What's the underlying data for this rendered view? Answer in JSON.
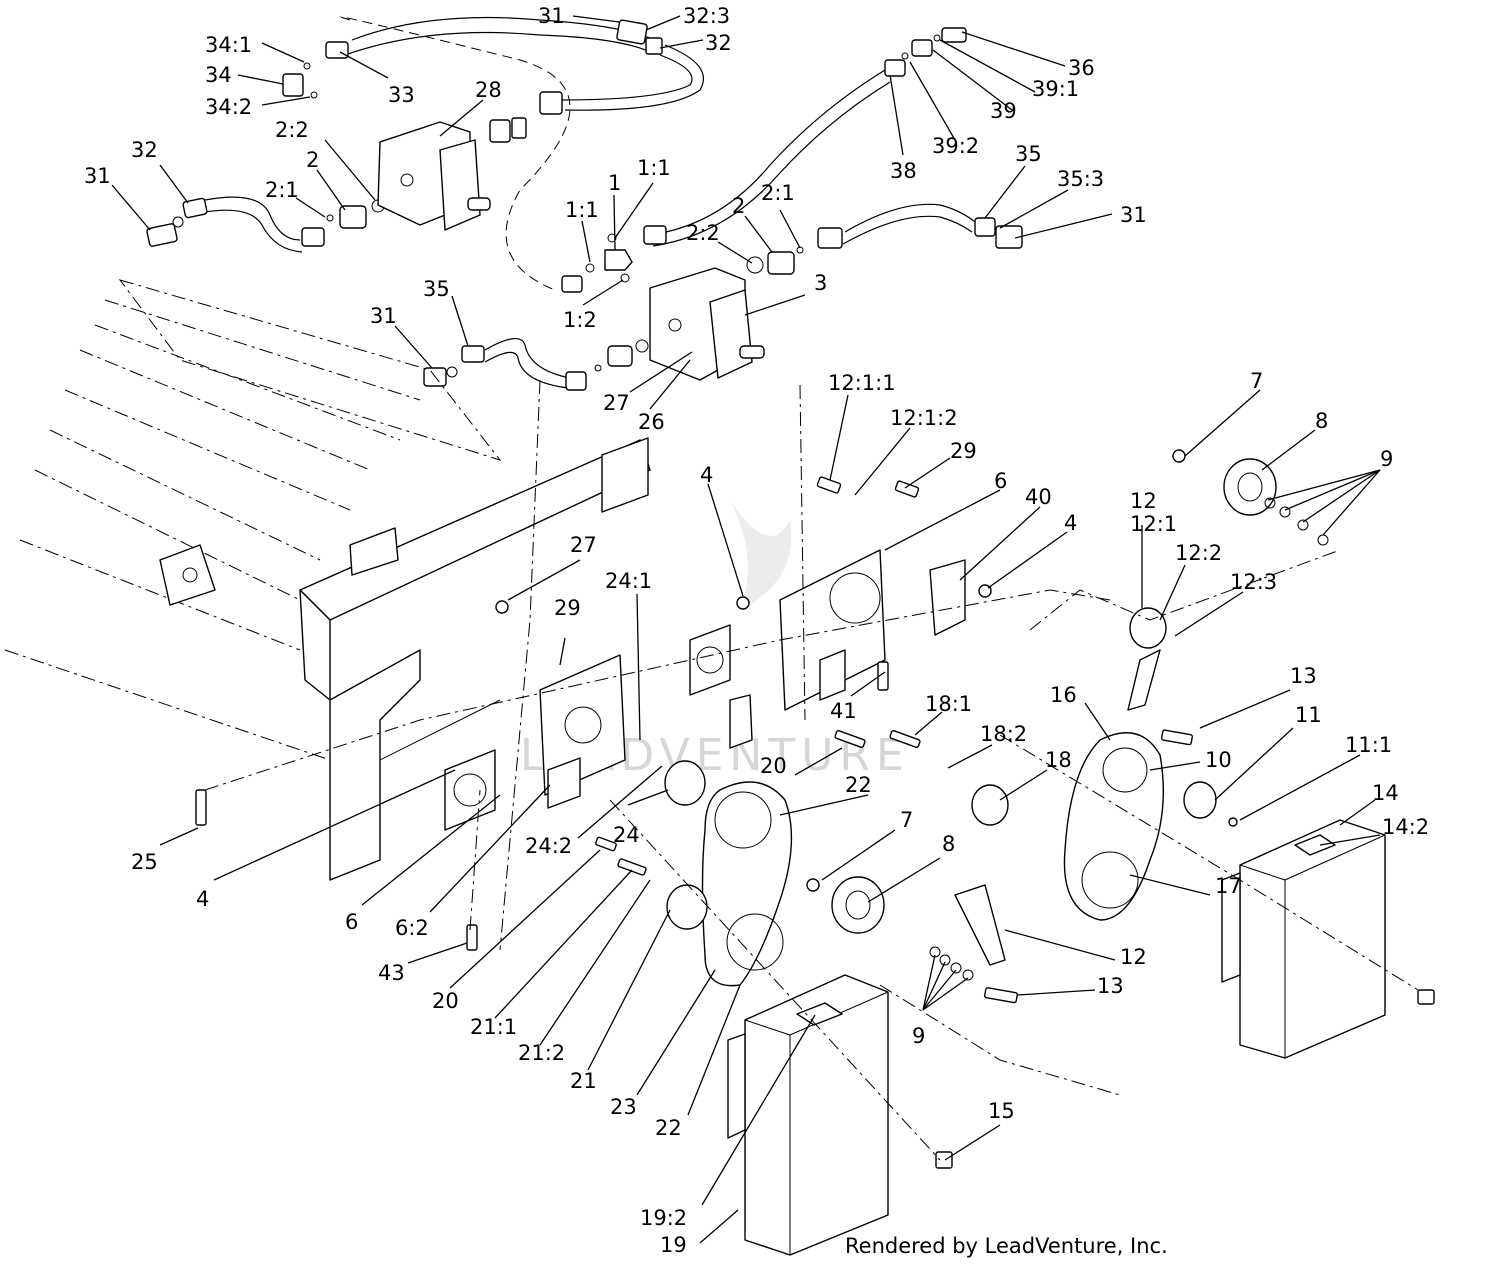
{
  "footer": "Rendered by LeadVenture, Inc.",
  "watermark": "LEADVENTURE",
  "labels": [
    {
      "id": "31-top",
      "text": "31"
    },
    {
      "id": "32-3-top",
      "text": "32:3"
    },
    {
      "id": "32-top",
      "text": "32"
    },
    {
      "id": "34-1",
      "text": "34:1"
    },
    {
      "id": "34",
      "text": "34"
    },
    {
      "id": "34-2",
      "text": "34:2"
    },
    {
      "id": "33",
      "text": "33"
    },
    {
      "id": "28",
      "text": "28"
    },
    {
      "id": "2-2-left",
      "text": "2:2"
    },
    {
      "id": "2-left",
      "text": "2"
    },
    {
      "id": "2-1-left",
      "text": "2:1"
    },
    {
      "id": "32-left",
      "text": "32"
    },
    {
      "id": "31-left",
      "text": "31"
    },
    {
      "id": "1-1-a",
      "text": "1:1"
    },
    {
      "id": "1",
      "text": "1"
    },
    {
      "id": "1-1-b",
      "text": "1:1"
    },
    {
      "id": "1-2",
      "text": "1:2"
    },
    {
      "id": "2-2-mid",
      "text": "2:2"
    },
    {
      "id": "2-mid",
      "text": "2"
    },
    {
      "id": "2-1-mid",
      "text": "2:1"
    },
    {
      "id": "3",
      "text": "3"
    },
    {
      "id": "36",
      "text": "36"
    },
    {
      "id": "39-1",
      "text": "39:1"
    },
    {
      "id": "39",
      "text": "39"
    },
    {
      "id": "39-2",
      "text": "39:2"
    },
    {
      "id": "38",
      "text": "38"
    },
    {
      "id": "35-right",
      "text": "35"
    },
    {
      "id": "35-3",
      "text": "35:3"
    },
    {
      "id": "31-right",
      "text": "31"
    },
    {
      "id": "35-left",
      "text": "35"
    },
    {
      "id": "31-mid",
      "text": "31"
    },
    {
      "id": "27-top",
      "text": "27"
    },
    {
      "id": "26",
      "text": "26"
    },
    {
      "id": "12-1-1",
      "text": "12:1:1"
    },
    {
      "id": "12-1-2",
      "text": "12:1:2"
    },
    {
      "id": "29-right",
      "text": "29"
    },
    {
      "id": "6-right",
      "text": "6"
    },
    {
      "id": "40",
      "text": "40"
    },
    {
      "id": "4-right",
      "text": "4"
    },
    {
      "id": "4-top",
      "text": "4"
    },
    {
      "id": "27-mid",
      "text": "27"
    },
    {
      "id": "24-1",
      "text": "24:1"
    },
    {
      "id": "29-mid",
      "text": "29"
    },
    {
      "id": "41",
      "text": "41"
    },
    {
      "id": "7-top",
      "text": "7"
    },
    {
      "id": "8-top",
      "text": "8"
    },
    {
      "id": "9-top",
      "text": "9"
    },
    {
      "id": "12-top",
      "text": "12"
    },
    {
      "id": "12-1",
      "text": "12:1"
    },
    {
      "id": "12-2",
      "text": "12:2"
    },
    {
      "id": "12-3",
      "text": "12:3"
    },
    {
      "id": "13-top",
      "text": "13"
    },
    {
      "id": "16",
      "text": "16"
    },
    {
      "id": "11",
      "text": "11"
    },
    {
      "id": "11-1",
      "text": "11:1"
    },
    {
      "id": "10",
      "text": "10"
    },
    {
      "id": "18-1",
      "text": "18:1"
    },
    {
      "id": "18-2",
      "text": "18:2"
    },
    {
      "id": "18",
      "text": "18"
    },
    {
      "id": "20-top",
      "text": "20"
    },
    {
      "id": "22-top",
      "text": "22"
    },
    {
      "id": "14",
      "text": "14"
    },
    {
      "id": "14-2",
      "text": "14:2"
    },
    {
      "id": "17",
      "text": "17"
    },
    {
      "id": "7-mid",
      "text": "7"
    },
    {
      "id": "8-mid",
      "text": "8"
    },
    {
      "id": "12-mid",
      "text": "12"
    },
    {
      "id": "13-mid",
      "text": "13"
    },
    {
      "id": "9-mid",
      "text": "9"
    },
    {
      "id": "25",
      "text": "25"
    },
    {
      "id": "4-left",
      "text": "4"
    },
    {
      "id": "6-left",
      "text": "6"
    },
    {
      "id": "6-2",
      "text": "6:2"
    },
    {
      "id": "24",
      "text": "24"
    },
    {
      "id": "24-2",
      "text": "24:2"
    },
    {
      "id": "43",
      "text": "43"
    },
    {
      "id": "20-bot",
      "text": "20"
    },
    {
      "id": "21-1",
      "text": "21:1"
    },
    {
      "id": "21-2",
      "text": "21:2"
    },
    {
      "id": "21",
      "text": "21"
    },
    {
      "id": "23",
      "text": "23"
    },
    {
      "id": "22-bot",
      "text": "22"
    },
    {
      "id": "15",
      "text": "15"
    },
    {
      "id": "19-2",
      "text": "19:2"
    },
    {
      "id": "19",
      "text": "19"
    }
  ]
}
